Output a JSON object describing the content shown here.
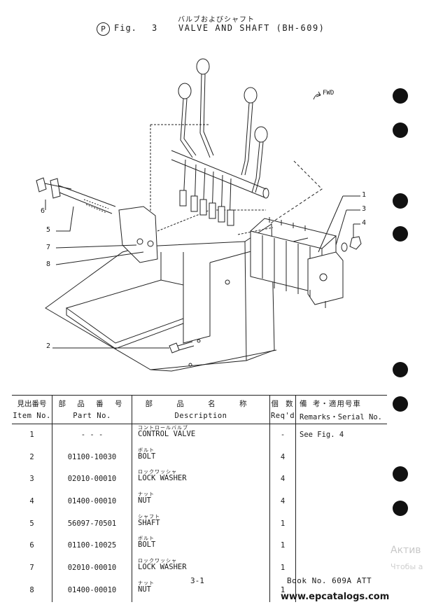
{
  "header": {
    "title_jp": "バルブおよびシャフト",
    "marker": "P",
    "fig_label": "Fig.",
    "fig_number": "3",
    "title_en": "VALVE AND SHAFT (BH-609)"
  },
  "diagram": {
    "fwd_label": "FWD",
    "callouts": [
      "1",
      "2",
      "3",
      "4",
      "5",
      "6",
      "7",
      "8"
    ]
  },
  "table": {
    "headers": {
      "item_jp": "見出番号",
      "item_en": "Item No.",
      "part_jp": "部 品 番 号",
      "part_en": "Part No.",
      "desc_jp": "部 品 名 称",
      "desc_en": "Description",
      "req_jp": "個 数",
      "req_en": "Req'd",
      "rem_jp": "備 考・適用号車",
      "rem_en": "Remarks・Serial No."
    },
    "rows": [
      {
        "item": "1",
        "part": "- - -",
        "kana": "コントロールバルブ",
        "desc": "CONTROL VALVE",
        "req": "-",
        "remarks": "See Fig. 4"
      },
      {
        "item": "2",
        "part": "01100-10030",
        "kana": "ボルト",
        "desc": "BOLT",
        "req": "4",
        "remarks": ""
      },
      {
        "item": "3",
        "part": "02010-00010",
        "kana": "ロックワッシャ",
        "desc": "LOCK WASHER",
        "req": "4",
        "remarks": ""
      },
      {
        "item": "4",
        "part": "01400-00010",
        "kana": "ナット",
        "desc": "NUT",
        "req": "4",
        "remarks": ""
      },
      {
        "item": "5",
        "part": "56097-70501",
        "kana": "シャフト",
        "desc": "SHAFT",
        "req": "1",
        "remarks": ""
      },
      {
        "item": "6",
        "part": "01100-10025",
        "kana": "ボルト",
        "desc": "BOLT",
        "req": "1",
        "remarks": ""
      },
      {
        "item": "7",
        "part": "02010-00010",
        "kana": "ロックワッシャ",
        "desc": "LOCK WASHER",
        "req": "1",
        "remarks": ""
      },
      {
        "item": "8",
        "part": "01400-00010",
        "kana": "ナット",
        "desc": "NUT",
        "req": "1",
        "remarks": ""
      }
    ]
  },
  "footer": {
    "page": "3-1",
    "book": "Book No. 609A ATT",
    "url": "www.epcatalogs.com"
  },
  "watermark": {
    "line1": "Актив",
    "line2": "Чтобы а"
  }
}
